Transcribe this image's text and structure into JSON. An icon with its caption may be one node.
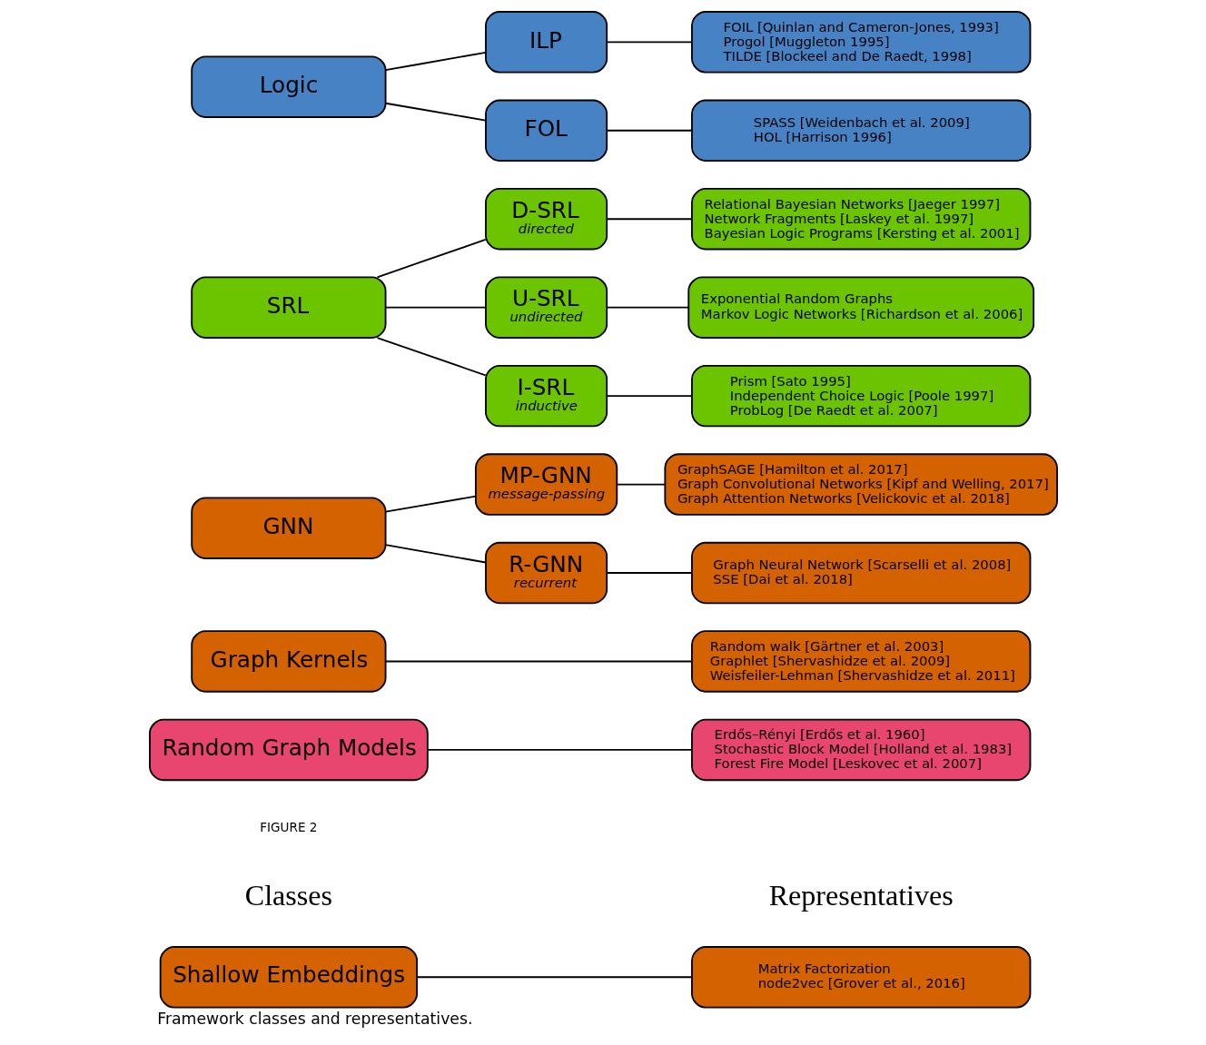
{
  "diagram": {
    "caption": "Framework classes and representatives.",
    "nodes": [
      {
        "text": [
          "Shallow Embeddings"
        ]
      },
      {
        "text": [
          "Matrix Factorization",
          "node2vec [Grover et al., 2016]"
        ]
      },
      {
        "text": [
          "Graph Kernels"
        ]
      },
      {
        "text": [
          "Random walk [Gärtner et al. 2003]",
          "Graphlet [Shervashidze et al. 2009]",
          "Weisfeiler-Lehman [Shervashidze et al. 2011]"
        ]
      },
      {
        "text": [
          "GNN"
        ]
      },
      {
        "text": [
          "MP-GNN",
          "message-passing"
        ]
      },
      {
        "text": [
          "GraphSAGE [Hamilton et al. 2017]",
          "Graph Convolutional Networks [Kipf and Welling, 2017]",
          "Graph Attention Networks [Velickovic et al. 2018]"
        ]
      },
      {
        "text": [
          "R-GNN",
          "recurrent"
        ]
      },
      {
        "text": [
          "Graph Neural Network [Scarselli et al. 2008]",
          "SSE [Dai et al. 2018]"
        ]
      },
      {
        "text": [
          "SRL"
        ]
      },
      {
        "text": [
          "D-SRL",
          "directed"
        ]
      },
      {
        "text": [
          "Relational Bayesian Networks [Jaeger 1997]",
          "Network Fragments [Laskey et al. 1997]",
          "Bayesian Logic Programs [Kersting et al. 2001]"
        ]
      },
      {
        "text": [
          "U-SRL",
          "undirected"
        ]
      },
      {
        "text": [
          "Exponential Random Graphs",
          "Markov Logic Networks [Richardson et al. 2006]"
        ]
      },
      {
        "text": [
          "I-SRL",
          "inductive"
        ]
      },
      {
        "text": [
          "Prism [Sato 1995]",
          "Independent Choice Logic [Poole 1997]",
          "ProbLog [De Raedt et al. 2007]"
        ]
      },
      {
        "text": [
          "Logic"
        ]
      },
      {
        "text": [
          "ILP"
        ]
      },
      {
        "text": [
          "FOIL [Quinlan and Cameron-Jones, 1993]",
          "Progol [Muggleton 1995]",
          "TILDE [Blockeel and De Raedt, 1998]"
        ]
      },
      {
        "text": [
          "FOL"
        ]
      },
      {
        "text": [
          "SPASS [Weidenbach et al. 2009]",
          "HOL [Harrison 1996]"
        ]
      },
      {
        "text": [
          "Random Graph Models"
        ]
      },
      {
        "text": [
          "Erdős–Rényi [Erdős et al. 1960]",
          "Stochastic Block Model [Holland et al. 1983]",
          "Forest Fire Model [Leskovec et al. 2007]"
        ]
      }
    ],
    "edges": [
      {
        "from": 0,
        "to": 1,
        "arrow": "none"
      },
      {
        "from": 2,
        "to": 3,
        "arrow": "none"
      },
      {
        "from": 4,
        "to": 5,
        "arrow": "none"
      },
      {
        "from": 4,
        "to": 7,
        "arrow": "none"
      },
      {
        "from": 5,
        "to": 6,
        "arrow": "none"
      },
      {
        "from": 7,
        "to": 8,
        "arrow": "none"
      },
      {
        "from": 9,
        "to": 10,
        "arrow": "none"
      },
      {
        "from": 9,
        "to": 12,
        "arrow": "none"
      },
      {
        "from": 9,
        "to": 14,
        "arrow": "none"
      },
      {
        "from": 10,
        "to": 11,
        "arrow": "none"
      },
      {
        "from": 12,
        "to": 13,
        "arrow": "none"
      },
      {
        "from": 14,
        "to": 15,
        "arrow": "none"
      },
      {
        "from": 16,
        "to": 17,
        "arrow": "none"
      },
      {
        "from": 16,
        "to": 19,
        "arrow": "none"
      },
      {
        "from": 17,
        "to": 18,
        "arrow": "none"
      },
      {
        "from": 19,
        "to": 20,
        "arrow": "none"
      },
      {
        "from": 21,
        "to": 22,
        "arrow": "none"
      }
    ],
    "labels": [
      "Classes",
      "Representatives",
      "FIGURE 2"
    ]
  }
}
